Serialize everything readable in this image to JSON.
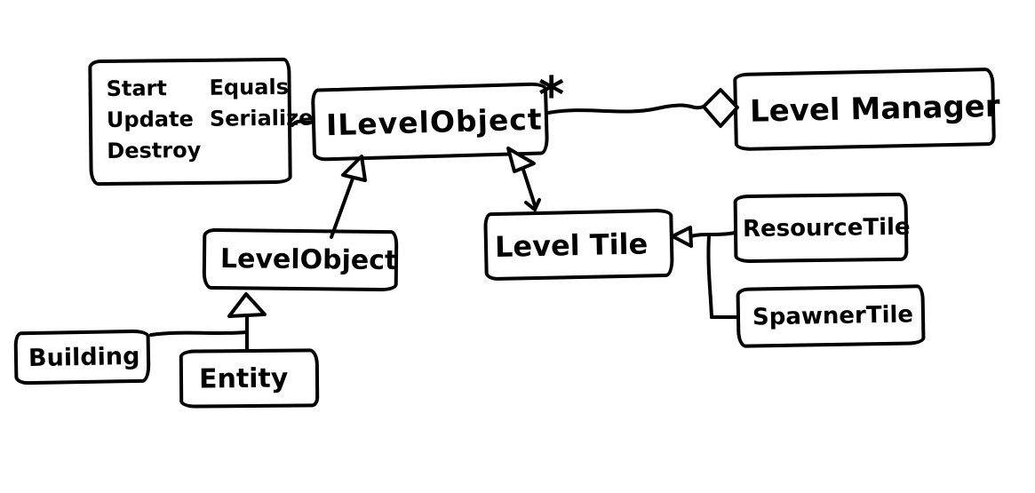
{
  "diagram": {
    "type": "hand-drawn-class-diagram",
    "colors": {
      "ink": "#000000",
      "canvas": "#ffffff"
    },
    "nodes": {
      "interface_methods": {
        "column1": [
          "Start",
          "Update",
          "Destroy"
        ],
        "column2": [
          "Equals",
          "Serialize"
        ]
      },
      "ilevel_object": {
        "label": "ILevelObject"
      },
      "level_manager": {
        "label": "Level Manager"
      },
      "level_object": {
        "label": "LevelObject"
      },
      "level_tile": {
        "label": "Level Tile"
      },
      "resource_tile": {
        "label": "ResourceTile"
      },
      "spawner_tile": {
        "label": "SpawnerTile"
      },
      "building": {
        "label": "Building"
      },
      "entity": {
        "label": "Entity"
      }
    },
    "edges": {
      "aggregation_multiplicity": "*",
      "relations": [
        "interface_methods—ILevelObject (note link)",
        "LevelManager ◇— * ILevelObject (aggregation)",
        "LevelObject —▷ ILevelObject (generalization)",
        "LevelTile —▷ ILevelObject (generalization)",
        "ResourceTile —▷ LevelTile (generalization)",
        "SpawnerTile —▷ LevelTile (generalization)",
        "Building —▷ LevelObject (generalization)",
        "Entity —▷ LevelObject (generalization)"
      ]
    }
  }
}
